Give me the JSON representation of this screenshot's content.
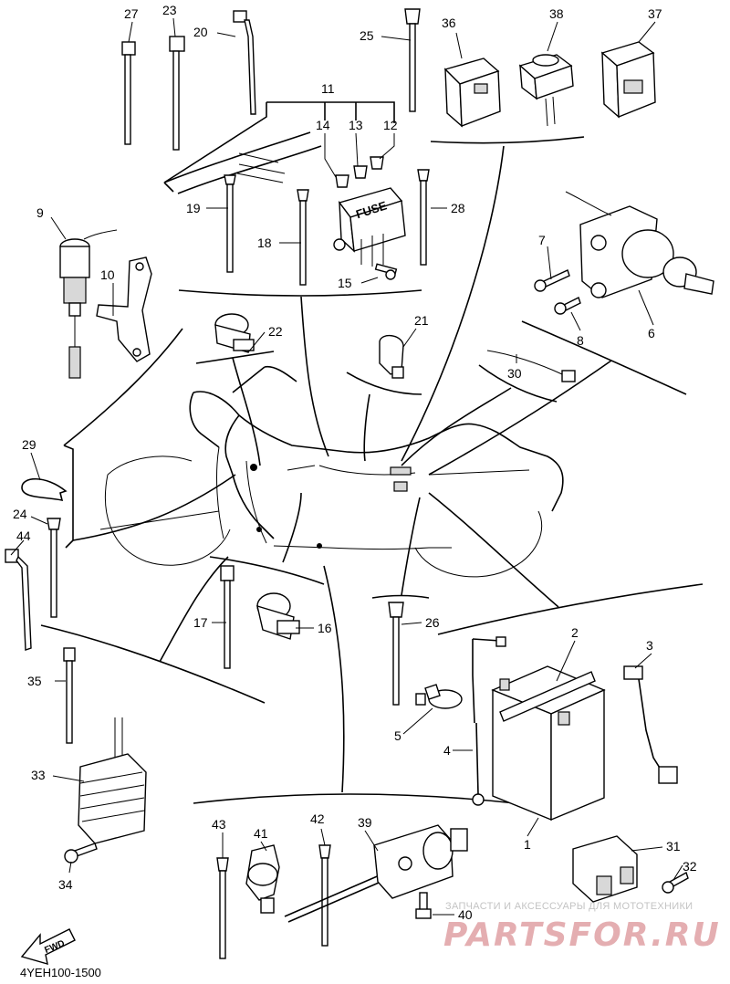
{
  "diagram_code": "4YEH100-1500",
  "fwd_label": "FWD",
  "fuse_label": "FUSE",
  "watermark": {
    "subtitle": "ЗАПЧАСТИ И АКСЕССУАРЫ ДЛЯ МОТОТЕХНИКИ",
    "site": "PARTSFOR.RU"
  },
  "callouts": [
    "1",
    "2",
    "3",
    "4",
    "5",
    "6",
    "7",
    "8",
    "9",
    "10",
    "11",
    "12",
    "13",
    "14",
    "15",
    "16",
    "17",
    "18",
    "19",
    "20",
    "21",
    "22",
    "23",
    "24",
    "25",
    "26",
    "27",
    "28",
    "29",
    "30",
    "31",
    "32",
    "33",
    "34",
    "35",
    "36",
    "37",
    "38",
    "39",
    "40",
    "41",
    "42",
    "43",
    "44"
  ]
}
